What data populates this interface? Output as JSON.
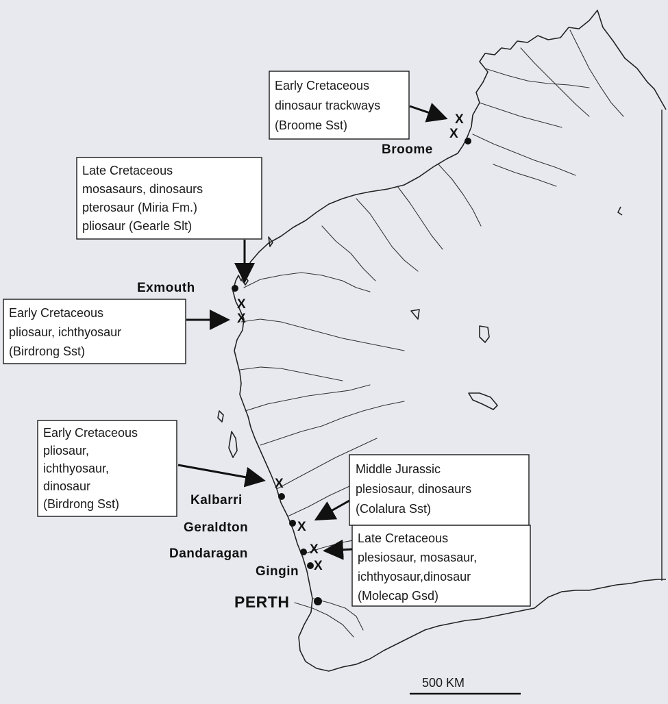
{
  "callouts": [
    {
      "lines": [
        "Early Cretaceous",
        "dinosaur trackways",
        "(Broome Sst)"
      ]
    },
    {
      "lines": [
        "Late Cretaceous",
        "mosasaurs, dinosaurs",
        "pterosaur (Miria Fm.)",
        "pliosaur (Gearle Slt)"
      ]
    },
    {
      "lines": [
        "Early Cretaceous",
        "pliosaur, ichthyosaur",
        "(Birdrong Sst)"
      ]
    },
    {
      "lines": [
        "Early Cretaceous",
        "pliosaur,",
        "ichthyosaur,",
        "dinosaur",
        "(Birdrong Sst)"
      ]
    },
    {
      "lines": [
        "Middle Jurassic",
        "plesiosaur, dinosaurs",
        "(Colalura Sst)"
      ]
    },
    {
      "lines": [
        "Late Cretaceous",
        "plesiosaur, mosasaur,",
        "ichthyosaur,dinosaur",
        "(Molecap Gsd)"
      ]
    }
  ],
  "places": [
    "Broome",
    "Exmouth",
    "Kalbarri",
    "Geraldton",
    "Dandaragan",
    "Gingin",
    "PERTH"
  ],
  "site_marker": "X",
  "scale_bar": {
    "label": "500 KM"
  },
  "colors": {
    "background": "#e7e9ee",
    "ink": "#1a1a1a",
    "box_fill": "#ffffff"
  }
}
